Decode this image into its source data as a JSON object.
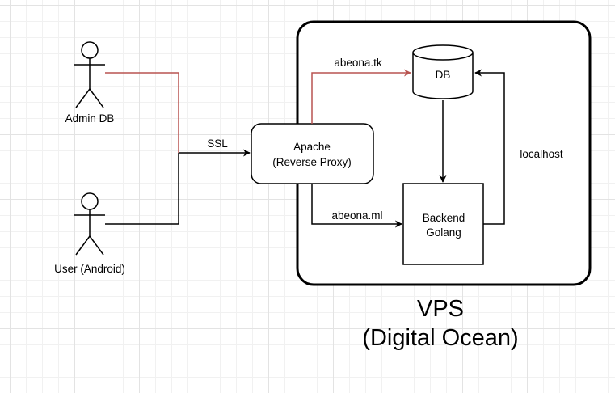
{
  "actors": {
    "admin": {
      "label": "Admin DB"
    },
    "user": {
      "label": "User (Android)"
    }
  },
  "nodes": {
    "apache": {
      "line1": "Apache",
      "line2": "(Reverse Proxy)"
    },
    "db": {
      "label": "DB"
    },
    "backend": {
      "line1": "Backend",
      "line2": "Golang"
    }
  },
  "edges": {
    "ssl": "SSL",
    "to_db": "abeona.tk",
    "to_backend": "abeona.ml",
    "backend_db": "localhost"
  },
  "container": {
    "line1": "VPS",
    "line2": "(Digital Ocean)"
  },
  "colors": {
    "highlight_edge": "#b85450",
    "stroke": "#000000",
    "fill": "#ffffff"
  }
}
